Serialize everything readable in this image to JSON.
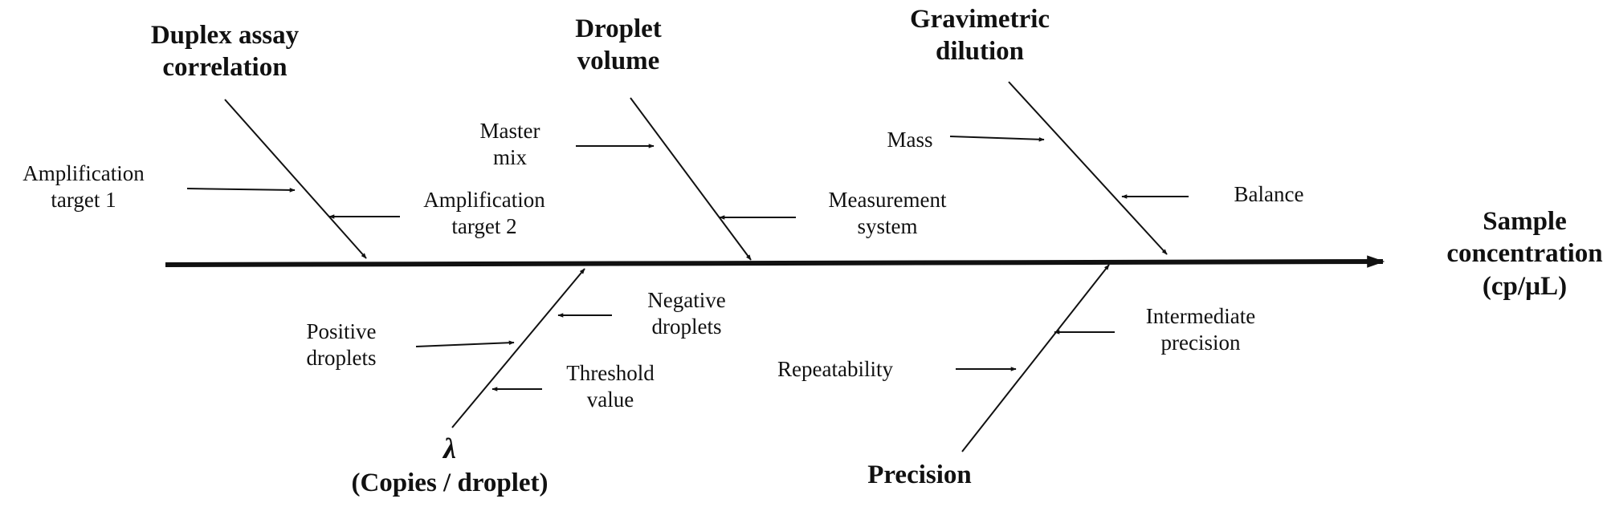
{
  "effect": {
    "line1": "Sample",
    "line2": "concentration",
    "line3": "(cp/µL)"
  },
  "categories": {
    "duplex": {
      "line1": "Duplex assay",
      "line2": "correlation"
    },
    "droplet_volume": {
      "line1": "Droplet",
      "line2": "volume"
    },
    "gravimetric": {
      "line1": "Gravimetric",
      "line2": "dilution"
    },
    "lambda": {
      "symbol": "λ",
      "line2": "(Copies / droplet)"
    },
    "precision": {
      "line1": "Precision"
    }
  },
  "causes": {
    "amp_target_1": {
      "line1": "Amplification",
      "line2": "target 1"
    },
    "amp_target_2": {
      "line1": "Amplification",
      "line2": "target 2"
    },
    "master_mix": {
      "line1": "Master",
      "line2": "mix"
    },
    "measurement_system": {
      "line1": "Measurement",
      "line2": "system"
    },
    "mass": {
      "line1": "Mass"
    },
    "balance": {
      "line1": "Balance"
    },
    "positive_droplets": {
      "line1": "Positive",
      "line2": "droplets"
    },
    "negative_droplets": {
      "line1": "Negative",
      "line2": "droplets"
    },
    "threshold_value": {
      "line1": "Threshold",
      "line2": "value"
    },
    "repeatability": {
      "line1": "Repeatability"
    },
    "intermediate_precision": {
      "line1": "Intermediate",
      "line2": "precision"
    }
  },
  "colors": {
    "ink": "#111111",
    "background": "#ffffff"
  }
}
